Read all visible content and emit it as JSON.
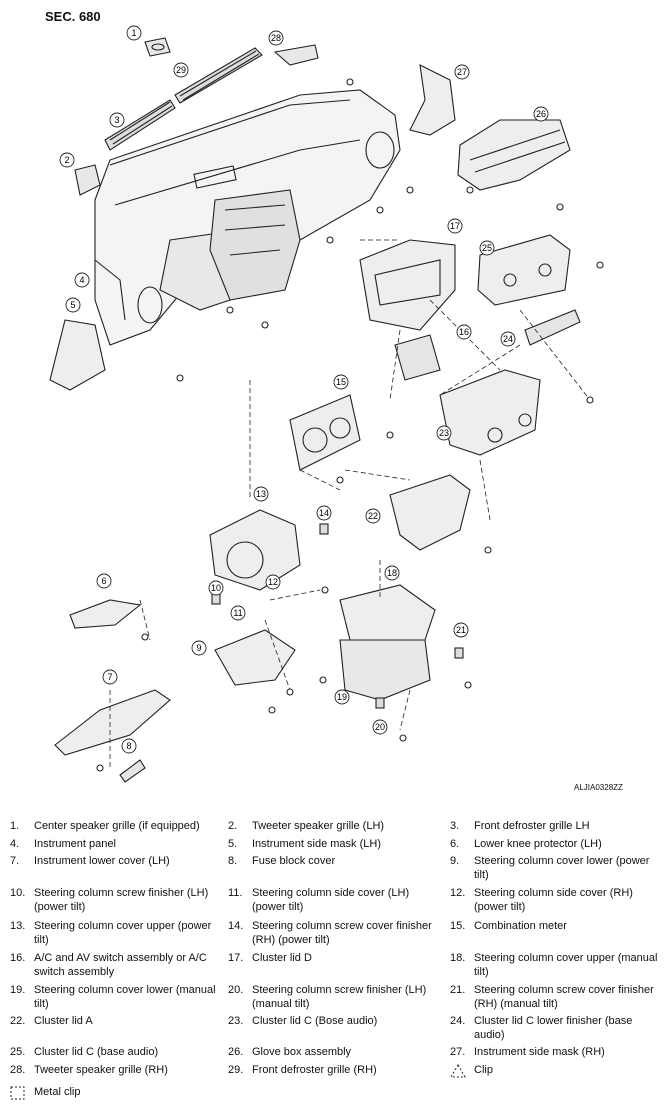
{
  "section": "SEC. 680",
  "figure_ref": "ALJIA0328ZZ",
  "callouts": [
    "1",
    "2",
    "3",
    "4",
    "5",
    "6",
    "7",
    "8",
    "9",
    "10",
    "11",
    "12",
    "13",
    "14",
    "15",
    "16",
    "17",
    "18",
    "19",
    "20",
    "21",
    "22",
    "23",
    "24",
    "25",
    "26",
    "27",
    "28",
    "29"
  ],
  "legend": [
    {
      "num": "1.",
      "text": "Center speaker grille (if equipped)"
    },
    {
      "num": "2.",
      "text": "Tweeter speaker grille (LH)"
    },
    {
      "num": "3.",
      "text": "Front defroster grille LH"
    },
    {
      "num": "4.",
      "text": "Instrument panel"
    },
    {
      "num": "5.",
      "text": "Instrument side mask (LH)"
    },
    {
      "num": "6.",
      "text": "Lower knee protector (LH)"
    },
    {
      "num": "7.",
      "text": "Instrument lower cover (LH)"
    },
    {
      "num": "8.",
      "text": "Fuse block cover"
    },
    {
      "num": "9.",
      "text": "Steering column cover lower (power tilt)"
    },
    {
      "num": "10.",
      "text": "Steering column screw finisher (LH) (power tilt)"
    },
    {
      "num": "11.",
      "text": "Steering column side cover (LH) (power tilt)"
    },
    {
      "num": "12.",
      "text": " Steering column side cover (RH) (power tilt)"
    },
    {
      "num": "13.",
      "text": "Steering column cover upper (power tilt)"
    },
    {
      "num": "14.",
      "text": "Steering column screw cover finisher (RH) (power tilt)"
    },
    {
      "num": "15.",
      "text": "Combination meter"
    },
    {
      "num": "16.",
      "text": " A/C and AV switch assembly or A/C switch assembly"
    },
    {
      "num": "17.",
      "text": "Cluster lid D"
    },
    {
      "num": "18.",
      "text": "Steering column cover upper (manual tilt)"
    },
    {
      "num": "19.",
      "text": "Steering column cover lower (manual tilt)"
    },
    {
      "num": "20.",
      "text": "Steering column screw finisher (LH) (manual tilt)"
    },
    {
      "num": "21.",
      "text": "Steering column screw cover finisher (RH) (manual tilt)"
    },
    {
      "num": "22.",
      "text": "Cluster lid A"
    },
    {
      "num": "23.",
      "text": "Cluster lid C (Bose audio)"
    },
    {
      "num": "24.",
      "text": "Cluster lid C lower finisher (base audio)"
    },
    {
      "num": "25.",
      "text": "Cluster lid C (base audio)"
    },
    {
      "num": "26.",
      "text": "Glove box assembly"
    },
    {
      "num": "27.",
      "text": "Instrument side mask (RH)"
    },
    {
      "num": "28.",
      "text": "Tweeter speaker grille (RH)"
    },
    {
      "num": "29.",
      "text": "Front defroster grille (RH)"
    },
    {
      "num": "",
      "text": "Clip"
    },
    {
      "num": "",
      "text": "Metal clip"
    }
  ]
}
